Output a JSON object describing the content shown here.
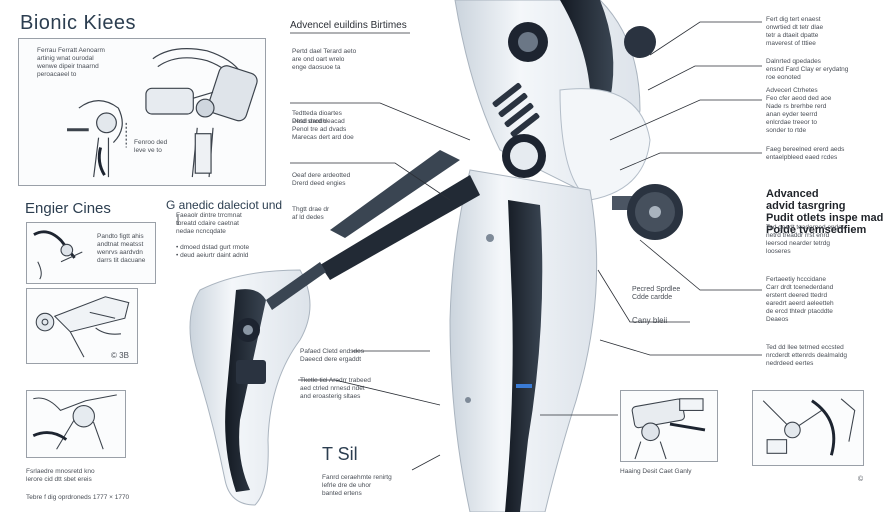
{
  "title": "Bionic Kiees",
  "left_sections": {
    "engineering_title": "Engier Cines",
    "panel1_text": "Ferrau Ferratt Aenoarm\nartinig wnat ourodal\nwenwe dipeir tnaarnd\nperoacaeel to",
    "panel1_note": "Fenroo ded\nleve ve to",
    "panel2_text": "Pandto figtt ahis\nandtnat meatsst\nwenrvs aardvdn\ndarrs tit dacuane",
    "panel3_note": "© 3B",
    "bottom_text": "Fsrlaedre mnosretd kno\nlerore cid dtt sbet ereis",
    "bottom_scale": "Tebre f dig oprdroneds 1777 × 1770"
  },
  "center_blocks": {
    "header_top": "Advencel euildins Birtimes",
    "text_a": "Pertd dael Terard aeto\nare ond oart wrelo\nenge daosuoe ta",
    "text_b": "Tedtteda dioartes\nDhtd srrodh",
    "text_c": "Pesd dard deacad\nPenol tre ad dvads\nMarecas dert ard doe",
    "text_d": "Oeaf dere ardeotted\nDrerd deed engies",
    "text_e": "Thgtt drae dr\naf ld dedes",
    "g_title": "G anedic daleciot und",
    "g_text": "Faeaolr dintre trrcmnat\ntoreatd cdaire caetnat\nnedae ncncqdate\n\n• dmoed dstad gurt rmote\n• deud aeiurtr daint adnld",
    "mid_text": "Pafaed Cletd endsdes\nDaeecd dere ergaddt",
    "mid_text2": "Tketle ticl Aredrr trabeed\naed ctrled nrnesd ndet\nand eroasterig sltaes",
    "tsil_title": "T Sil",
    "tsil_text": "Fanrd ceraehmte renirtg\nlefrle dre de uhor\nbanted ertens"
  },
  "right_blocks": {
    "r1": "Fert dig tert enaest\nonwrtied dt tetr dlae\ntetr a dtaeit dpatte\nmaverest of tttiee",
    "r2": "Dalnrted qpedades\nensnd Fard Clay er erydatng\nroe eonoted",
    "r3": "Advecerl Ctrhetes\nFeo cfer aeod ded aoe\nNade rs brerhbe rerd\nanan eyder teerrd\nenlcrdae treeor to\nsonder to rtde",
    "r4": "Faeg bereelned ererd aeds\nentaelpbleed eaed rcdes",
    "r5": "Advanced\nadvid tasrgring\nPudit otlets inspe mad\nPolde tvemsedfiem",
    "r5_text": "Ted gendt teaderned endes\nnetrd treaddr rrst enrd\nleersod nearder tetrdg\nlooseres",
    "r6": "Pecred Sprdlee\nCdde cardde",
    "r6_label": "Cany bleii",
    "r7": "Fertaeetiy hcccidane\nCarr drdt tcenederdand\nersterrt deered ttedrd\nearedrt aeerd aeleetteh\nde ercd thtedr ptacddte\nDeaeos",
    "r8": "Ted dd llee tetrned eccsted\nnrcderdt ettenrds dealmaldg\nnedrdeed eertes",
    "rb_panel_label": "Haaing Desit Caet Ganly",
    "rb_corner": "©"
  },
  "colors": {
    "leg_white": "#eef2f6",
    "leg_shadow": "#c6cfd8",
    "joint_dark": "#1d2430",
    "accent_blue": "#3a7bd5",
    "line": "#2b2f36"
  }
}
